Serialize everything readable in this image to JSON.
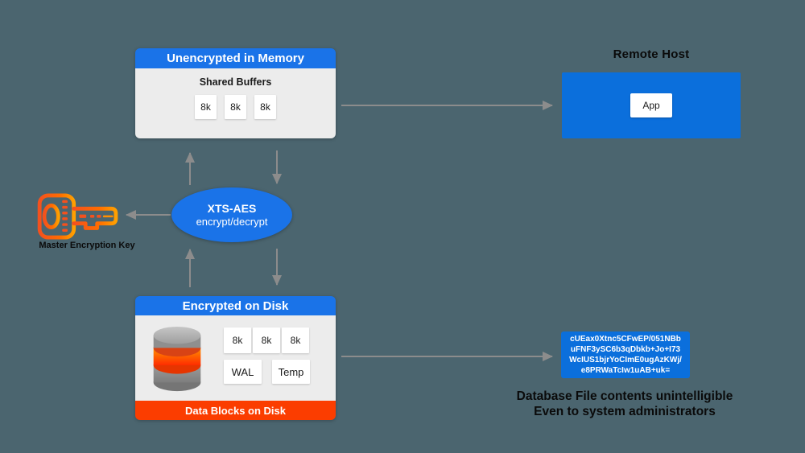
{
  "colors": {
    "background": "#4B656F",
    "header_blue": "#1A73E8",
    "box_blue": "#0B6FDC",
    "panel_gray": "#ECECEC",
    "footer_red": "#FB3D00",
    "arrow_gray": "#8C8C8C",
    "key_orange": "#F4511E",
    "block_white": "#FFFFFF"
  },
  "memory_box": {
    "title": "Unencrypted in Memory",
    "subtitle": "Shared Buffers",
    "blocks": [
      "8k",
      "8k",
      "8k"
    ]
  },
  "remote_host": {
    "label": "Remote Host",
    "app_label": "App"
  },
  "engine": {
    "name": "XTS-AES",
    "action": "encrypt/decrypt"
  },
  "key": {
    "label": "Master Encryption Key"
  },
  "disk_box": {
    "title": "Encrypted on Disk",
    "blocks_row1": [
      "8k",
      "8k",
      "8k"
    ],
    "blocks_row2": [
      "WAL",
      "Temp"
    ],
    "footer": "Data Blocks on Disk"
  },
  "ciphertext": {
    "lines": [
      "cUEax0Xtnc5CFwEP/051NBb",
      "uFNF3ySC6b3qDbkb+Jo+I73",
      "WcIUS1bjrYoCImE0ugAzKWj/",
      "e8PRWaTcIw1uAB+uk="
    ]
  },
  "caption": {
    "line1": "Database File contents unintelligible",
    "line2": "Even to system administrators"
  }
}
